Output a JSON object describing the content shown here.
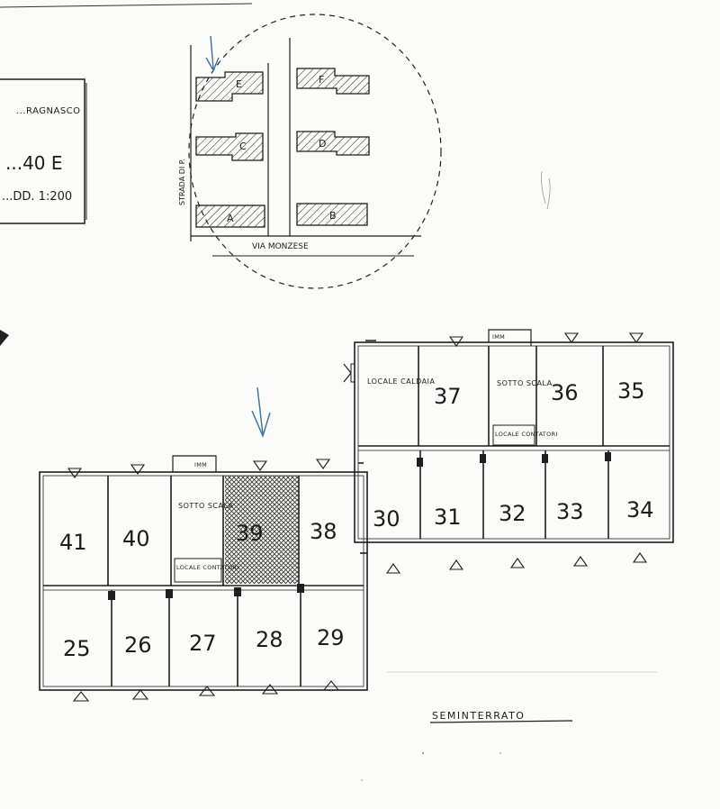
{
  "title_block": {
    "line1": "...RAGNASCO",
    "line2": "...40 E",
    "line3": "...DD. 1:200"
  },
  "site_plan": {
    "street_west": "STRADA DI P.",
    "street_south": "VIA MONZESE",
    "buildings": [
      "E",
      "F",
      "C",
      "D",
      "A",
      "B"
    ]
  },
  "floor_plan": {
    "label": "SEMINTERRATO",
    "west_block": {
      "top_row": [
        "41",
        "40",
        "39",
        "38"
      ],
      "bottom_row": [
        "25",
        "26",
        "27",
        "28",
        "29"
      ],
      "sotto_scala": "SOTTO SCALA",
      "locale_contatori": "LOCALE CONTATORI",
      "imm": "IMM"
    },
    "east_block": {
      "top_row": [
        "37",
        "36",
        "35"
      ],
      "bottom_row": [
        "30",
        "31",
        "32",
        "33",
        "34"
      ],
      "locale_caldaia": "LOCALE CALDAIA",
      "sotto_scala": "SOTTO SCALA",
      "locale_contatori": "LOCALE CONTATORI",
      "imm": "IMM"
    },
    "highlighted_unit": "39"
  },
  "colors": {
    "ink": "#1e1e1e",
    "blue_marker": "#3b6fa6",
    "paper": "#fbfbf9"
  }
}
